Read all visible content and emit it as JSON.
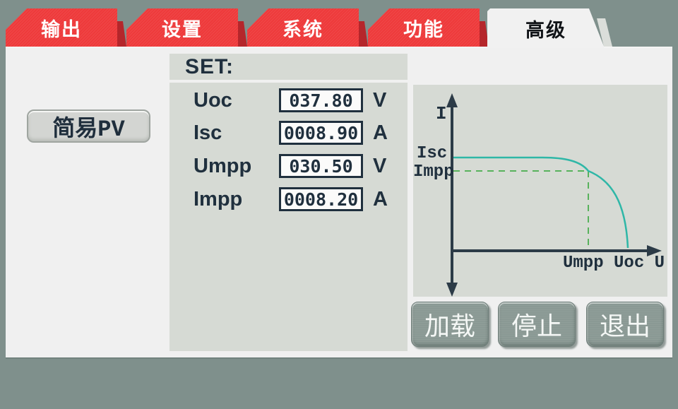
{
  "tabs": [
    {
      "label": "输出",
      "active": false
    },
    {
      "label": "设置",
      "active": false
    },
    {
      "label": "系统",
      "active": false
    },
    {
      "label": "功能",
      "active": false
    },
    {
      "label": "高级",
      "active": true
    }
  ],
  "left_panel": {
    "pv_mode_button": "简易PV"
  },
  "set_panel": {
    "header": "SET:",
    "fields": [
      {
        "name": "Uoc",
        "value": "037.80",
        "unit": "V"
      },
      {
        "name": "Isc",
        "value": "0008.90",
        "unit": "A"
      },
      {
        "name": "Umpp",
        "value": "030.50",
        "unit": "V"
      },
      {
        "name": "Impp",
        "value": "0008.20",
        "unit": "A"
      }
    ]
  },
  "graph": {
    "type": "line",
    "description": "PV panel I-V characteristic curve (schematic)",
    "y_axis_label": "I",
    "isc_label": "Isc",
    "impp_label": "Impp",
    "x_tick_labels": "Umpp Uoc U",
    "curve_points": {
      "Uoc": 37.8,
      "Isc": 8.9,
      "Umpp": 30.5,
      "Impp": 8.2
    },
    "curve_color": "#2FB7A7",
    "dash_color": "#58B25C",
    "axis_color": "#2C3B47"
  },
  "action_buttons": [
    {
      "label": "加载"
    },
    {
      "label": "停止"
    },
    {
      "label": "退出"
    }
  ],
  "colors": {
    "page_bg": "#7F908C",
    "tab_red": "#EE3A3B",
    "tab_red_shadow": "#B5262B",
    "panel_bg": "#F0F0F0",
    "inner_panel_bg": "#D6DAD4",
    "text_dark": "#20303E",
    "action_button_bg": "#8A9994"
  }
}
